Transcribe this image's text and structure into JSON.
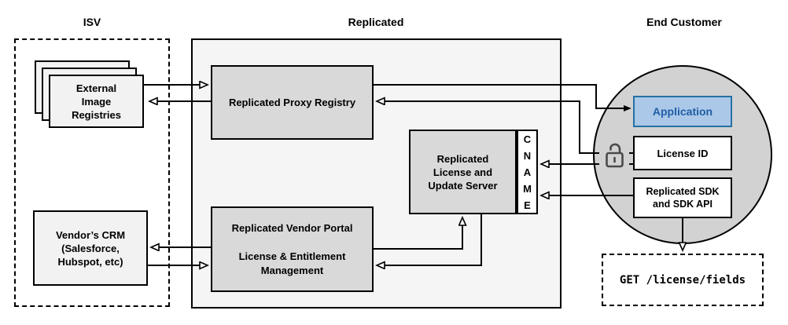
{
  "diagram": {
    "sections": {
      "isv": "ISV",
      "replicated": "Replicated",
      "end_customer": "End Customer"
    },
    "nodes": {
      "external_image_registries": "External\nImage\nRegistries",
      "vendors_crm": "Vendor’s CRM\n(Salesforce,\nHubspot, etc)",
      "replicated_proxy_registry": "Replicated Proxy Registry",
      "replicated_license_update_server": "Replicated\nLicense and\nUpdate Server",
      "cname": "C\nN\nA\nM\nE",
      "replicated_vendor_portal": "Replicated Vendor Portal\n\nLicense & Entitlement\nManagement",
      "application": "Application",
      "license_id": "License ID",
      "replicated_sdk": "Replicated SDK\nand SDK API",
      "get_license_fields": "GET /license/fields"
    },
    "icons": {
      "unlock": "unlocked-padlock-icon"
    },
    "colors": {
      "application_fill": "#abc8e8",
      "application_border": "#2471a3",
      "application_text": "#1f5ea6",
      "inner_node_fill": "#d9d9d9",
      "replicated_container_fill": "#f5f5f5",
      "isv_node_fill": "#f2f2f2",
      "end_customer_circle_fill": "#d2d2d2",
      "line_color": "#000000"
    }
  }
}
